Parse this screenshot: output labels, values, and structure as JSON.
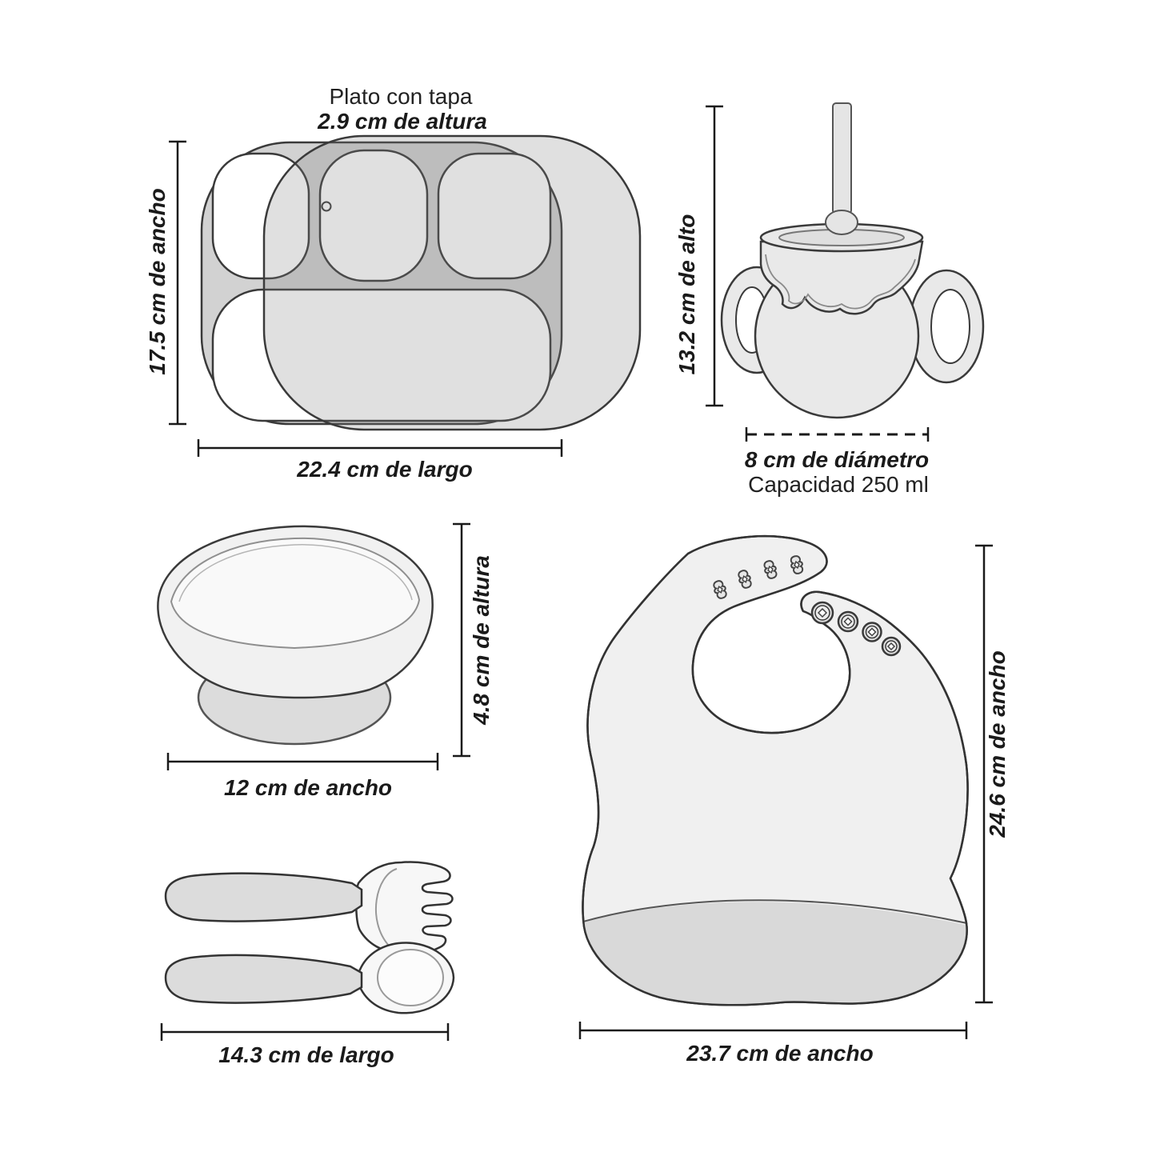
{
  "plate": {
    "name_label": "Plato con tapa",
    "lid_height_label": "2.9 cm de altura",
    "width_label": "17.5 cm de ancho",
    "length_label": "22.4 cm de largo"
  },
  "cup": {
    "height_label": "13.2 cm de alto",
    "diameter_label": "8 cm de diámetro",
    "capacity_label": "Capacidad 250 ml"
  },
  "bowl": {
    "height_label": "4.8 cm de altura",
    "width_label": "12 cm de ancho"
  },
  "cutlery": {
    "length_label": "14.3 cm de largo"
  },
  "bib": {
    "height_label": "24.6 cm de ancho",
    "width_label": "23.7 cm de ancho"
  },
  "colors": {
    "outline": "#3a3a3a",
    "light_fill": "#e9e9e9",
    "plate_frame": "#d2d2d2",
    "base_gray": "#dcdcdc",
    "pocket_gray": "#d9d9d9",
    "text": "#1a1a1a"
  }
}
